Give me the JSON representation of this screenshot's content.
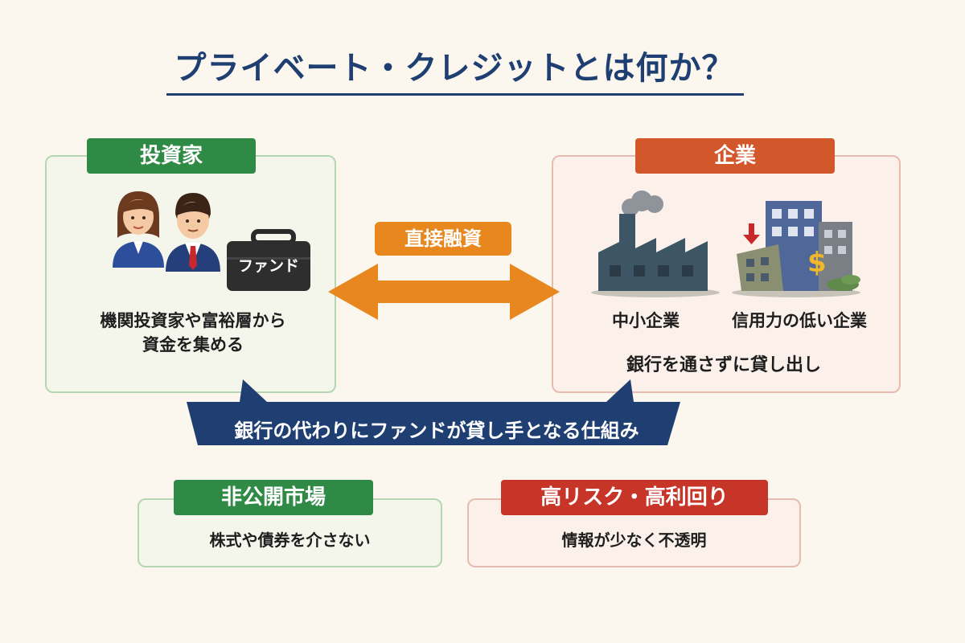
{
  "title": "プライベート・クレジットとは何か？",
  "investor": {
    "label": "投資家",
    "fund_label": "ファンド",
    "description_line1": "機関投資家や富裕層から",
    "description_line2": "資金を集める"
  },
  "arrow": {
    "label": "直接融資"
  },
  "company": {
    "label": "企業",
    "sme_label": "中小企業",
    "low_credit_label": "信用力の低い企業",
    "description": "銀行を通さずに貸し出し"
  },
  "banner": {
    "text": "銀行の代わりにファンドが貸し手となる仕組み"
  },
  "private_market": {
    "label": "非公開市場",
    "description": "株式や債券を介さない"
  },
  "high_risk": {
    "label": "高リスク・高利回り",
    "description": "情報が少なく不透明"
  },
  "colors": {
    "navy": "#1f3f72",
    "green": "#2f8a45",
    "orange": "#e8871e",
    "red": "#c73428",
    "company_orange": "#d2572a"
  },
  "icons": [
    "investor-woman-icon",
    "investor-man-icon",
    "briefcase-icon",
    "factory-icon",
    "buildings-icon",
    "down-arrow-icon",
    "dollar-icon",
    "money-pile-icon"
  ]
}
